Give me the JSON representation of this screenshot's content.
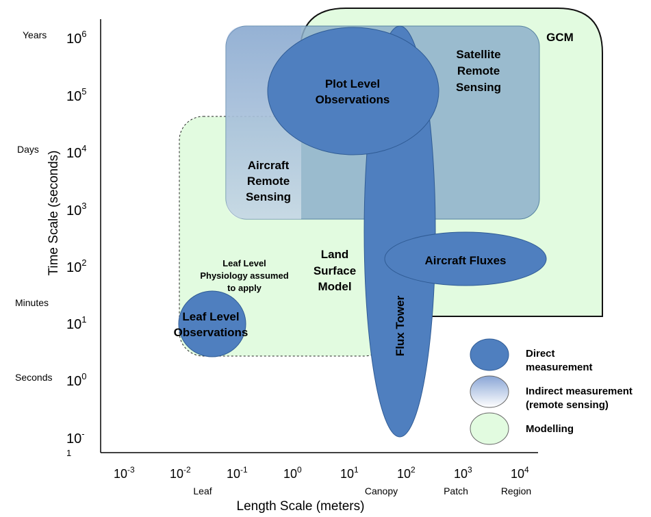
{
  "colors": {
    "direct": "#4f7fbf",
    "direct_stroke": "#2f5b94",
    "indirect_top": "#a7bfe0",
    "remote_fill": "#8eb0cc",
    "modelling": "#e2fbe0",
    "modelling_stroke": "#111111",
    "axis": "#000000"
  },
  "axes": {
    "y_title": "Time Scale (seconds)",
    "x_title": "Length Scale (meters)",
    "y_ticks": [
      {
        "base": "10",
        "exp": "6"
      },
      {
        "base": "10",
        "exp": "5"
      },
      {
        "base": "10",
        "exp": "4"
      },
      {
        "base": "10",
        "exp": "3"
      },
      {
        "base": "10",
        "exp": "2"
      },
      {
        "base": "10",
        "exp": "1"
      },
      {
        "base": "10",
        "exp": "0"
      },
      {
        "base": "10",
        "exp": "-"
      }
    ],
    "y_tick_extra": "1",
    "x_ticks": [
      {
        "base": "10",
        "exp": "-3"
      },
      {
        "base": "10",
        "exp": "-2"
      },
      {
        "base": "10",
        "exp": "-1"
      },
      {
        "base": "10",
        "exp": "0"
      },
      {
        "base": "10",
        "exp": "1"
      },
      {
        "base": "10",
        "exp": "2"
      },
      {
        "base": "10",
        "exp": "3"
      },
      {
        "base": "10",
        "exp": "4"
      }
    ],
    "time_words": [
      "Years",
      "Days",
      "Minutes",
      "Seconds"
    ],
    "length_words": [
      "Leaf",
      "Canopy",
      "Patch",
      "Region"
    ]
  },
  "regions": {
    "gcm": "GCM",
    "satellite": [
      "Satellite",
      "Remote",
      "Sensing"
    ],
    "aircraft_rs": [
      "Aircraft",
      "Remote",
      "Sensing"
    ],
    "plot_level": [
      "Plot Level",
      "Observations"
    ],
    "land_surface": [
      "Land",
      "Surface",
      "Model"
    ],
    "aircraft_fluxes": "Aircraft Fluxes",
    "flux_tower": "Flux Tower",
    "leaf_physiology": [
      "Leaf Level",
      "Physiology assumed",
      "to apply"
    ],
    "leaf_obs": [
      "Leaf Level",
      "Observations"
    ]
  },
  "legend": {
    "direct": [
      "Direct",
      "measurement"
    ],
    "indirect": [
      "Indirect measurement",
      "(remote sensing)"
    ],
    "modelling": [
      "Modelling"
    ]
  }
}
